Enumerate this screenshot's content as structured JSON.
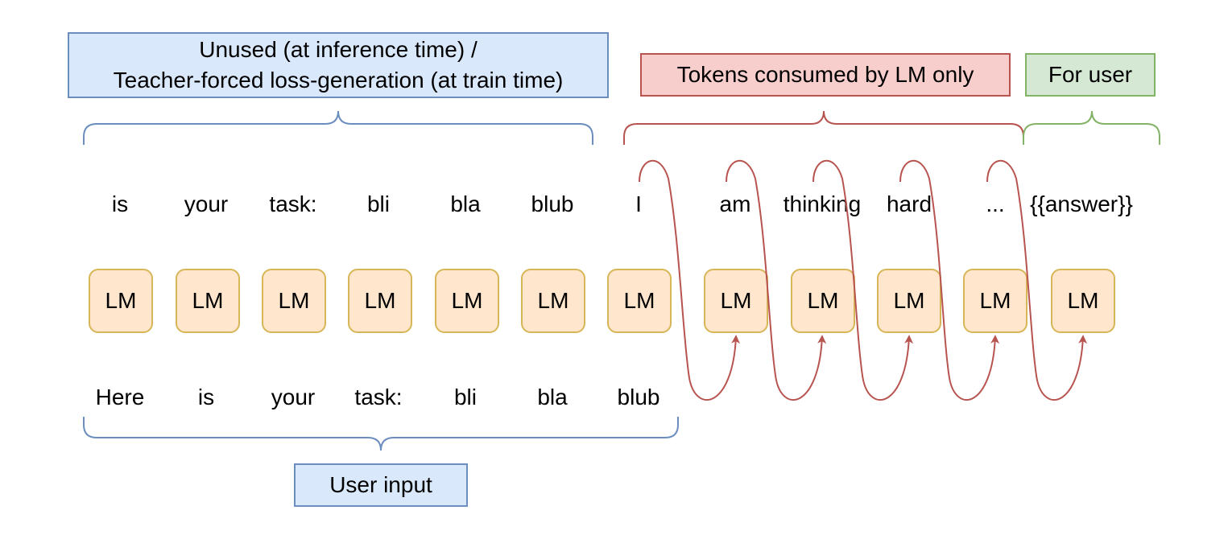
{
  "labels": {
    "unused_line1": "Unused (at inference time) /",
    "unused_line2": "Teacher-forced loss-generation (at train time)",
    "lm_only": "Tokens consumed by LM only",
    "for_user": "For user",
    "user_input": "User input"
  },
  "lm_label": "LM",
  "top_tokens": [
    "is",
    "your",
    "task:",
    "bli",
    "bla",
    "blub",
    "I",
    "am",
    "thinking",
    "hard",
    "...",
    "{{answer}}"
  ],
  "bottom_tokens": [
    "Here",
    "is",
    "your",
    "task:",
    "bli",
    "bla",
    "blub"
  ],
  "lm_count": 12,
  "colors": {
    "blue_fill": "#dae8fc",
    "blue_stroke": "#6c8ebf",
    "red_fill": "#f8cecc",
    "red_stroke": "#b85450",
    "green_fill": "#d5e8d4",
    "green_stroke": "#82b366",
    "lm_fill": "#ffe6cc",
    "lm_stroke": "#d6b656",
    "arrow": "#b85450"
  }
}
